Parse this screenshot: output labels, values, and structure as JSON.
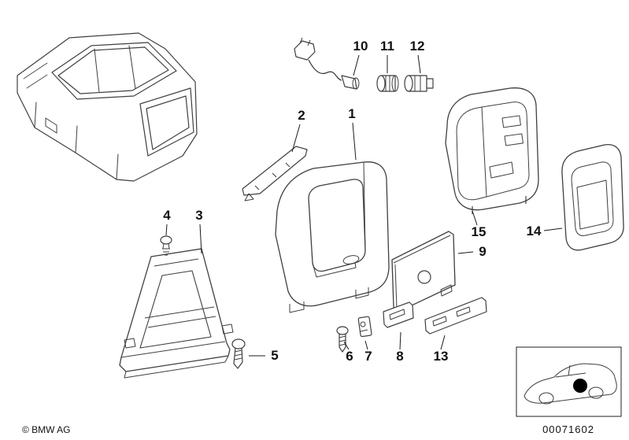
{
  "colors": {
    "line": "#3f3f3f",
    "leader": "#1a1a1a",
    "text": "#111111",
    "background": "#ffffff"
  },
  "callouts": {
    "n1": "1",
    "n2": "2",
    "n3": "3",
    "n4": "4",
    "n5": "5",
    "n6": "6",
    "n7": "7",
    "n8": "8",
    "n9": "9",
    "n10": "10",
    "n11": "11",
    "n12": "12",
    "n13": "13",
    "n14": "14",
    "n15": "15"
  },
  "footer": {
    "copyright": "© BMW AG",
    "part_number": "00071602"
  }
}
